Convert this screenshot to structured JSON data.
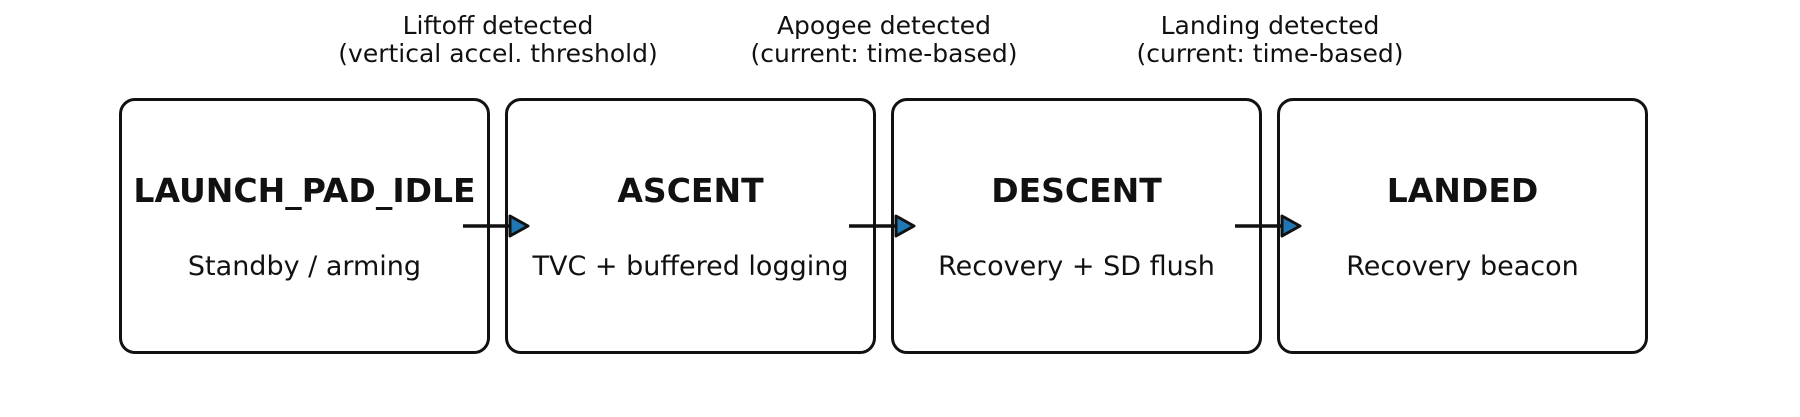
{
  "states": [
    {
      "name": "LAUNCH_PAD_IDLE",
      "description": "Standby / arming"
    },
    {
      "name": "ASCENT",
      "description": "TVC + buffered logging"
    },
    {
      "name": "DESCENT",
      "description": "Recovery + SD flush"
    },
    {
      "name": "LANDED",
      "description": "Recovery beacon"
    }
  ],
  "transitions": [
    {
      "line1": "Liftoff detected",
      "line2": "(vertical accel. threshold)"
    },
    {
      "line1": "Apogee detected",
      "line2": "(current: time-based)"
    },
    {
      "line1": "Landing detected",
      "line2": "(current: time-based)"
    }
  ],
  "colors": {
    "stroke": "#111111",
    "arrowhead_fill": "#1f77b4",
    "background": "#ffffff"
  }
}
